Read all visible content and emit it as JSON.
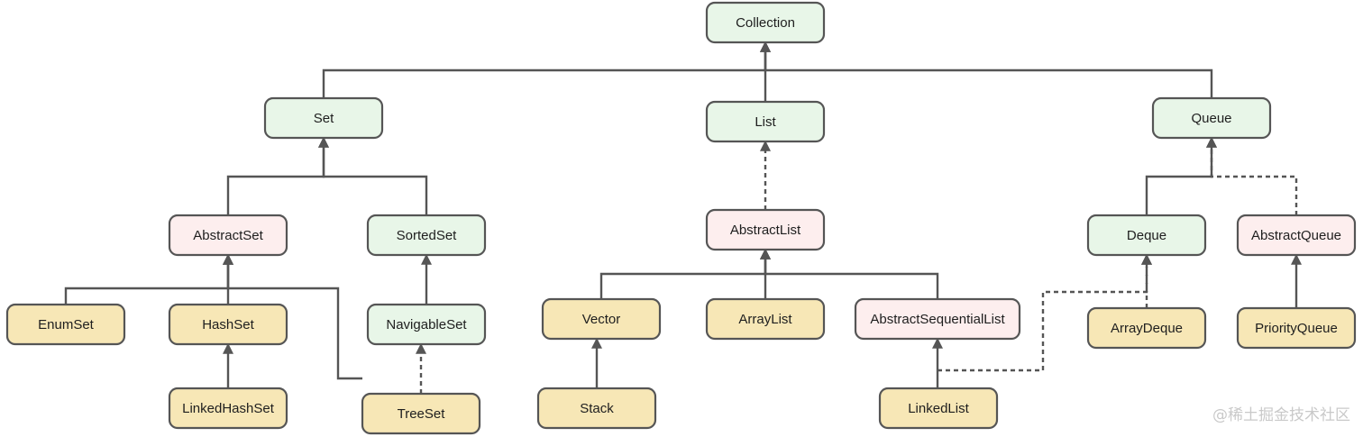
{
  "palette": {
    "interface": "#e8f6e8",
    "abstract": "#fdeeee",
    "concrete": "#f7e7b6",
    "stroke": "#555555"
  },
  "nodes": [
    {
      "id": "collection",
      "label": "Collection",
      "kind": "interface"
    },
    {
      "id": "set",
      "label": "Set",
      "kind": "interface"
    },
    {
      "id": "list",
      "label": "List",
      "kind": "interface"
    },
    {
      "id": "queue",
      "label": "Queue",
      "kind": "interface"
    },
    {
      "id": "abstractset",
      "label": "AbstractSet",
      "kind": "abstract"
    },
    {
      "id": "sortedset",
      "label": "SortedSet",
      "kind": "interface"
    },
    {
      "id": "abstractlist",
      "label": "AbstractList",
      "kind": "abstract"
    },
    {
      "id": "deque",
      "label": "Deque",
      "kind": "interface"
    },
    {
      "id": "abstractqueue",
      "label": "AbstractQueue",
      "kind": "abstract"
    },
    {
      "id": "enumset",
      "label": "EnumSet",
      "kind": "concrete"
    },
    {
      "id": "hashset",
      "label": "HashSet",
      "kind": "concrete"
    },
    {
      "id": "navigableset",
      "label": "NavigableSet",
      "kind": "interface"
    },
    {
      "id": "vector",
      "label": "Vector",
      "kind": "concrete"
    },
    {
      "id": "arraylist",
      "label": "ArrayList",
      "kind": "concrete"
    },
    {
      "id": "abstractsequentiallist",
      "label": "AbstractSequentialList",
      "kind": "abstract"
    },
    {
      "id": "arraydeque",
      "label": "ArrayDeque",
      "kind": "concrete"
    },
    {
      "id": "priorityqueue",
      "label": "PriorityQueue",
      "kind": "concrete"
    },
    {
      "id": "linkedhashset",
      "label": "LinkedHashSet",
      "kind": "concrete"
    },
    {
      "id": "treeset",
      "label": "TreeSet",
      "kind": "concrete"
    },
    {
      "id": "stack",
      "label": "Stack",
      "kind": "concrete"
    },
    {
      "id": "linkedlist",
      "label": "LinkedList",
      "kind": "concrete"
    }
  ],
  "edges": [
    {
      "from": "set",
      "to": "collection",
      "style": "solid"
    },
    {
      "from": "list",
      "to": "collection",
      "style": "solid"
    },
    {
      "from": "queue",
      "to": "collection",
      "style": "solid"
    },
    {
      "from": "abstractset",
      "to": "set",
      "style": "solid"
    },
    {
      "from": "sortedset",
      "to": "set",
      "style": "solid"
    },
    {
      "from": "abstractlist",
      "to": "list",
      "style": "dashed"
    },
    {
      "from": "deque",
      "to": "queue",
      "style": "solid"
    },
    {
      "from": "abstractqueue",
      "to": "queue",
      "style": "dashed"
    },
    {
      "from": "enumset",
      "to": "abstractset",
      "style": "solid"
    },
    {
      "from": "hashset",
      "to": "abstractset",
      "style": "solid"
    },
    {
      "from": "treeset",
      "to": "abstractset",
      "style": "solid"
    },
    {
      "from": "navigableset",
      "to": "sortedset",
      "style": "solid"
    },
    {
      "from": "vector",
      "to": "abstractlist",
      "style": "solid"
    },
    {
      "from": "arraylist",
      "to": "abstractlist",
      "style": "solid"
    },
    {
      "from": "abstractsequentiallist",
      "to": "abstractlist",
      "style": "solid"
    },
    {
      "from": "arraydeque",
      "to": "deque",
      "style": "dashed"
    },
    {
      "from": "priorityqueue",
      "to": "abstractqueue",
      "style": "solid"
    },
    {
      "from": "linkedhashset",
      "to": "hashset",
      "style": "solid"
    },
    {
      "from": "treeset",
      "to": "navigableset",
      "style": "dashed"
    },
    {
      "from": "stack",
      "to": "vector",
      "style": "solid"
    },
    {
      "from": "linkedlist",
      "to": "abstractsequentiallist",
      "style": "solid"
    },
    {
      "from": "linkedlist",
      "to": "deque",
      "style": "dashed"
    }
  ],
  "watermark": "@稀土掘金技术社区"
}
